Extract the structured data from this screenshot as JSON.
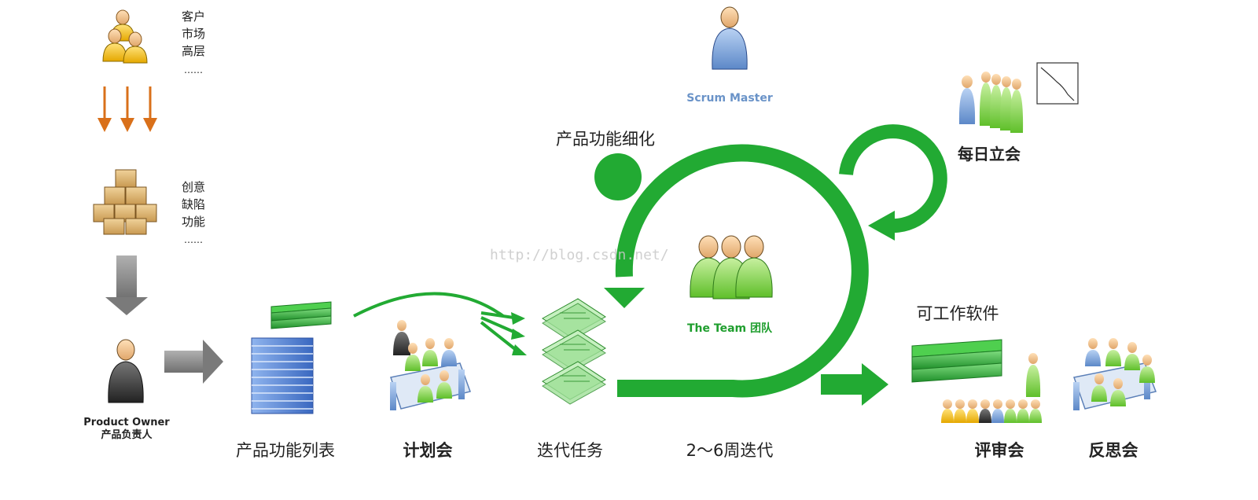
{
  "stakeholders": {
    "lines": [
      "客户",
      "市场",
      "高层",
      "……"
    ]
  },
  "ideas": {
    "lines": [
      "创意",
      "缺陷",
      "功能",
      "……"
    ]
  },
  "product_owner": {
    "title": "Product Owner",
    "subtitle": "产品负责人"
  },
  "scrum_master": {
    "label": "Scrum Master"
  },
  "refinement": {
    "label": "产品功能细化"
  },
  "daily_standup": {
    "label": "每日立会"
  },
  "team": {
    "label": "The Team 团队"
  },
  "watermark": {
    "text": "http://blog.csdn.net/"
  },
  "working_software": {
    "label": "可工作软件"
  },
  "bottom_labels": {
    "backlog": "产品功能列表",
    "planning": "计划会",
    "sprint_tasks": "迭代任务",
    "iteration": "2～6周迭代",
    "review": "评审会",
    "retro": "反思会"
  },
  "colors": {
    "green": "#22aa33",
    "orange": "#d9701a",
    "gray_arrow": "#8c8c8c",
    "scrum_master_text": "#6a93c8",
    "team_text": "#1f9e2e"
  },
  "icons": [
    "stakeholder-group-icon",
    "boxes-icon",
    "product-owner-icon",
    "scrum-master-icon",
    "team-icon",
    "backlog-stack-icon",
    "planning-meeting-icon",
    "sprint-tasks-icon",
    "standup-icon",
    "burndown-chart-icon",
    "software-increment-icon",
    "review-meeting-icon",
    "retro-meeting-icon"
  ]
}
